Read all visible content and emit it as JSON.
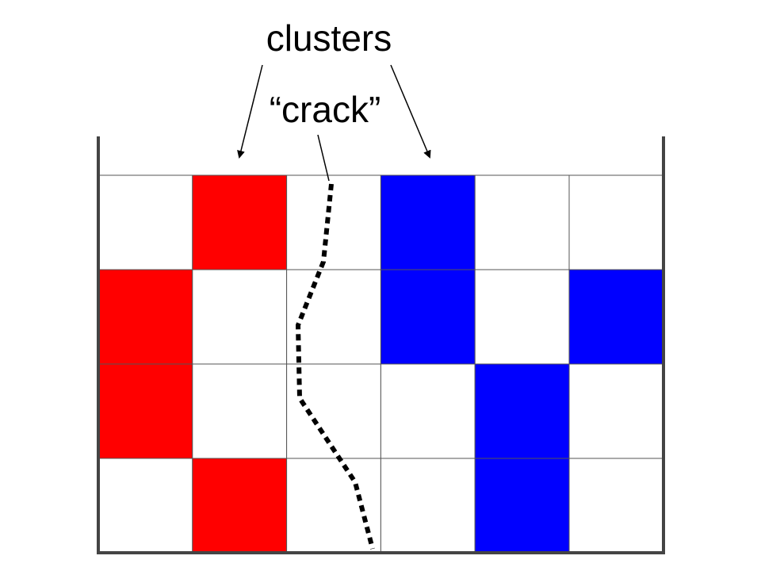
{
  "labels": {
    "clusters": "clusters",
    "crack": "“crack”"
  },
  "grid": {
    "rows": 4,
    "cols": 6,
    "cells": [
      [
        "white",
        "red",
        "white",
        "blue",
        "white",
        "white"
      ],
      [
        "red",
        "white",
        "white",
        "blue",
        "white",
        "blue"
      ],
      [
        "red",
        "white",
        "white",
        "white",
        "blue",
        "white"
      ],
      [
        "white",
        "red",
        "white",
        "white",
        "blue",
        "white"
      ]
    ]
  },
  "colors": {
    "red": "#ff0000",
    "blue": "#0000ff",
    "white": "#ffffff",
    "gridline": "#555555",
    "frame": "#444444",
    "crack": "#000000",
    "arrow": "#000000"
  }
}
